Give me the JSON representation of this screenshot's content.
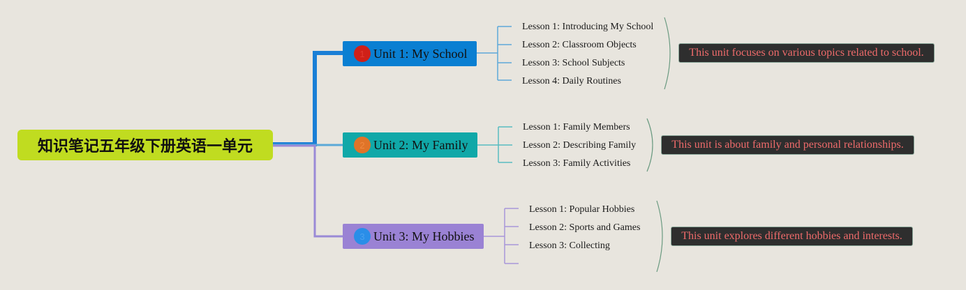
{
  "root": {
    "title": "知识笔记五年级下册英语一单元"
  },
  "units": [
    {
      "number": "1",
      "title": "Unit 1: My School",
      "color": "#0a7fd2",
      "badge_color": "#d02018",
      "line_color": "#1a7fd6",
      "lessons": [
        "Lesson 1: Introducing My School",
        "Lesson 2: Classroom Objects",
        "Lesson 3: School Subjects",
        "Lesson 4: Daily Routines"
      ],
      "summary": "This unit focuses on various topics related to school."
    },
    {
      "number": "2",
      "title": "Unit 2: My Family",
      "color": "#10a8a8",
      "badge_color": "#e07428",
      "line_color": "#2ab2b4",
      "lessons": [
        "Lesson 1: Family Members",
        "Lesson 2: Describing Family",
        "Lesson 3: Family Activities"
      ],
      "summary": "This unit is about family and personal relationships."
    },
    {
      "number": "3",
      "title": "Unit 3: My Hobbies",
      "color": "#9a82d4",
      "badge_color": "#2a8ee8",
      "line_color": "#9a8ad6",
      "lessons": [
        "Lesson 1: Popular Hobbies",
        "Lesson 2: Sports and Games",
        "Lesson 3: Collecting"
      ],
      "summary": "This unit explores different hobbies and interests."
    }
  ]
}
